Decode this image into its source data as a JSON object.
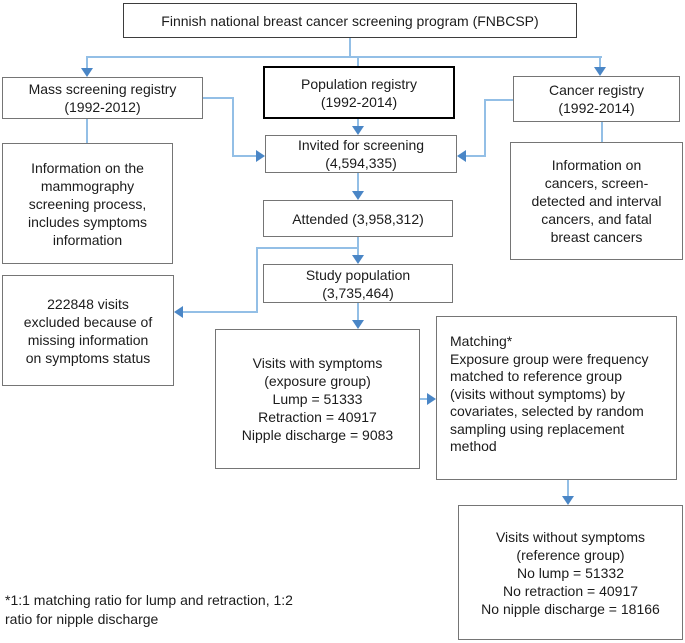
{
  "figure": {
    "colors": {
      "line": "#93bfe6",
      "arrowhead": "#4a86c6",
      "box_border_gray": "#757575",
      "box_border_black": "#000000",
      "background": "#ffffff"
    },
    "nodes": {
      "title": {
        "lines": [
          "Finnish national breast cancer screening program (FNBCSP)"
        ]
      },
      "mass_registry": {
        "lines": [
          "Mass screening registry",
          "(1992-2012)"
        ]
      },
      "population_registry": {
        "lines": [
          "Population registry",
          "(1992-2014)"
        ]
      },
      "cancer_registry": {
        "lines": [
          "Cancer registry",
          "(1992-2014)"
        ]
      },
      "invited": {
        "lines": [
          "Invited for screening",
          "(4,594,335)"
        ]
      },
      "info_mammography": {
        "lines": [
          "Information on the",
          "mammography",
          "screening process,",
          "includes symptoms",
          "information"
        ]
      },
      "info_cancers": {
        "lines": [
          "Information on",
          "cancers, screen-",
          "detected and interval",
          "cancers, and fatal",
          "breast cancers"
        ]
      },
      "attended": {
        "lines": [
          "Attended (3,958,312)"
        ]
      },
      "study_population": {
        "lines": [
          "Study population",
          "(3,735,464)"
        ]
      },
      "excluded": {
        "lines": [
          "222848 visits",
          "excluded because of",
          "missing information",
          "on symptoms status"
        ]
      },
      "visits_with_symptoms": {
        "lines": [
          "Visits with symptoms",
          "(exposure group)",
          "Lump = 51333",
          "Retraction = 40917",
          "Nipple discharge = 9083"
        ]
      },
      "matching": {
        "lines": [
          "Matching*",
          "Exposure group were frequency",
          "matched to reference group",
          "(visits without symptoms) by",
          "covariates, selected by random",
          "sampling using replacement",
          "method"
        ]
      },
      "visits_without_symptoms": {
        "lines": [
          "Visits without symptoms",
          "(reference group)",
          "No lump = 51332",
          "No retraction = 40917",
          "No nipple discharge = 18166"
        ]
      }
    },
    "footnote": {
      "lines": [
        "*1:1 matching ratio for lump and retraction, 1:2",
        "ratio for nipple discharge"
      ]
    }
  }
}
